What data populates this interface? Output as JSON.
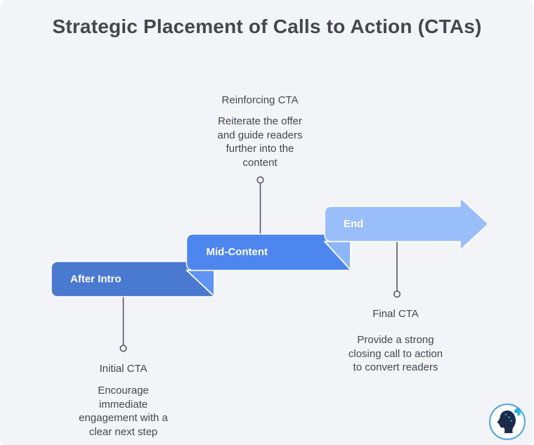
{
  "title": "Strategic Placement of Calls to Action (CTAs)",
  "colors": {
    "background": "#f3f4f8",
    "bar_after_intro": "#4a79d0",
    "bar_mid_content": "#4d86ee",
    "bar_end": "#9abefa",
    "fold_mid": "#6094f3",
    "fold_end": "#8db6f9",
    "connector": "#55585e",
    "bar_label": "#ffffff",
    "heading_text": "#42474f",
    "body_text": "#42474f",
    "title_text": "#44474d",
    "logo_ring": "#54a4de",
    "logo_silhouette": "#1c2b4a",
    "logo_butterfly": "#29a8e0",
    "logo_butterfly_alt": "#26c1d8"
  },
  "steps": [
    {
      "label": "After Intro",
      "callout": {
        "heading": "Initial CTA",
        "body": "Encourage\nimmediate\nengagement with a\nclear next step"
      }
    },
    {
      "label": "Mid-Content",
      "callout": {
        "heading": "Reinforcing CTA",
        "body": "Reiterate the offer\nand guide readers\nfurther into the\ncontent"
      }
    },
    {
      "label": "End",
      "callout": {
        "heading": "Final CTA",
        "body": "Provide a strong\nclosing call to action\nto convert readers"
      }
    }
  ]
}
